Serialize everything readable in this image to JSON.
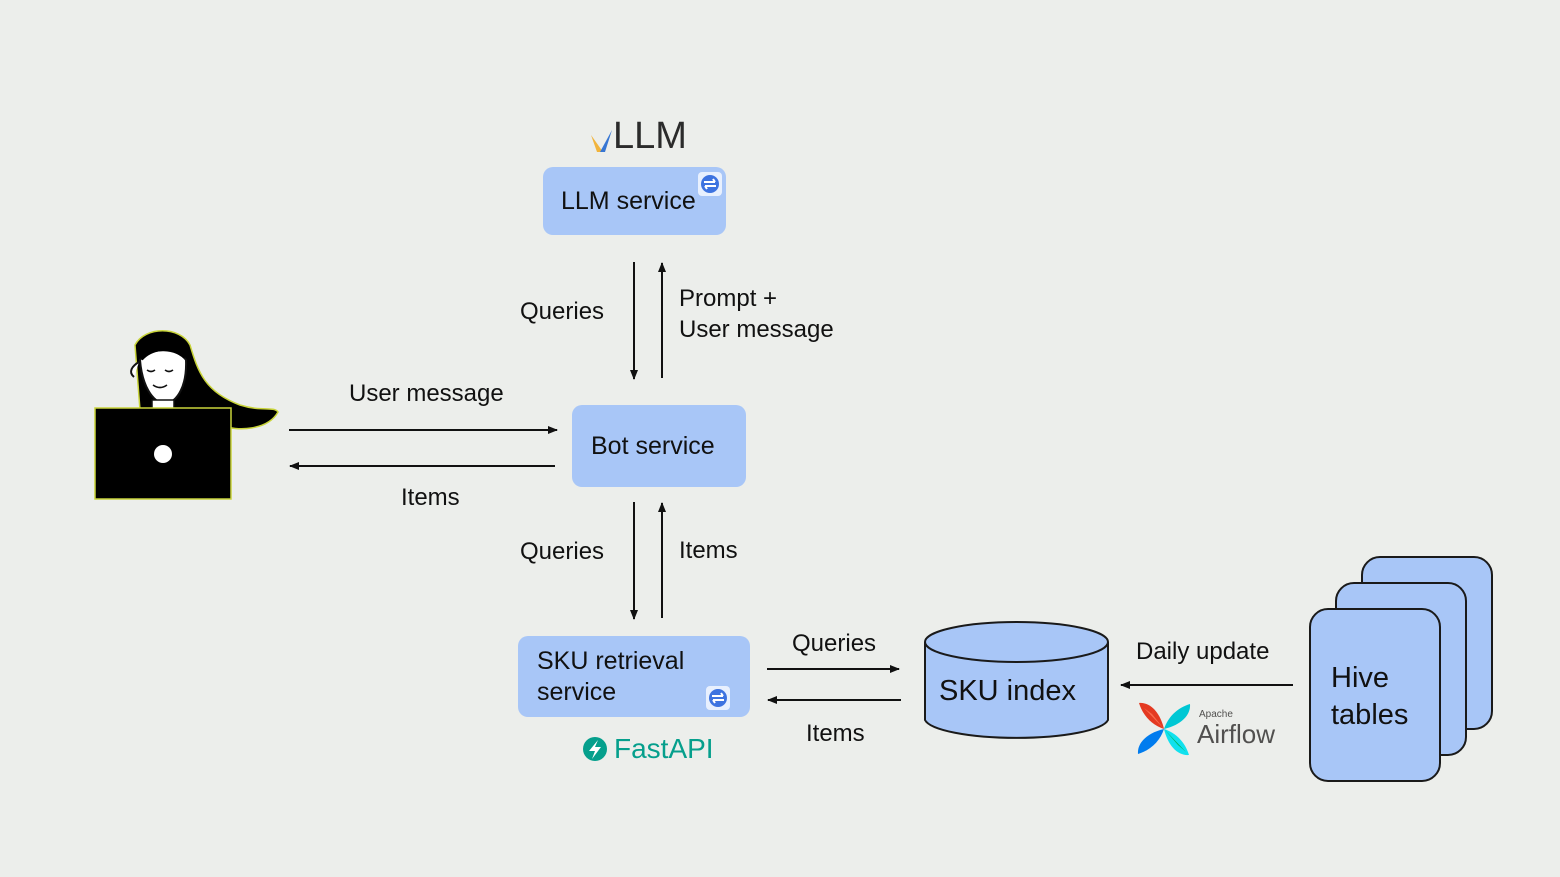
{
  "logos": {
    "vllm": "LLM",
    "fastapi": "FastAPI",
    "airflow_small": "Apache",
    "airflow": "Airflow"
  },
  "nodes": {
    "llm_service": "LLM service",
    "bot_service": "Bot service",
    "sku_retrieval": "SKU retrieval\nservice",
    "sku_index": "SKU index",
    "hive_tables": "Hive\ntables"
  },
  "edges": {
    "llm_queries": "Queries",
    "llm_prompt": "Prompt +\nUser message",
    "user_message": "User message",
    "user_items": "Items",
    "bot_queries": "Queries",
    "bot_items": "Items",
    "sku_queries": "Queries",
    "sku_items": "Items",
    "daily_update": "Daily update"
  },
  "colors": {
    "box_fill": "#a8c6f7",
    "box_stroke": "#1a1a1a",
    "background": "#eceeeb",
    "fastapi": "#059f8c",
    "vllm_yellow": "#f1b43c",
    "vllm_blue": "#3776d3"
  },
  "icons": [
    "user-at-laptop-icon",
    "sync-badge-icon",
    "vllm-logo-icon",
    "fastapi-logo-icon",
    "airflow-pinwheel-icon",
    "database-cylinder-icon",
    "stacked-tables-icon"
  ]
}
